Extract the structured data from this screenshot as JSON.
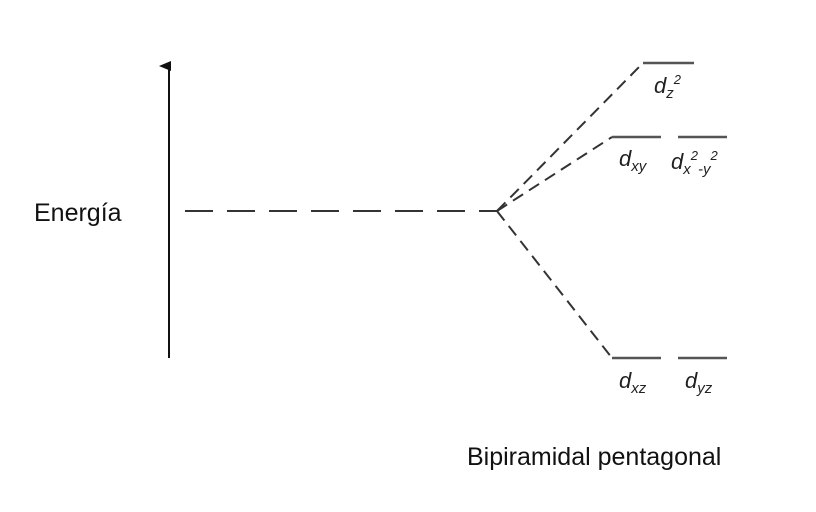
{
  "axis_label": "Energía",
  "geometry_label": "Bipiramidal pentagonal",
  "orbitals": {
    "dz2": {
      "base": "d",
      "sub": "z",
      "sup": "2"
    },
    "dxy": {
      "base": "d",
      "sub": "xy"
    },
    "dx2y2": {
      "base": "d",
      "sub1": "x",
      "sup1": "2",
      "sub2": "-y",
      "sup2": "2"
    },
    "dxz": {
      "base": "d",
      "sub": "xz"
    },
    "dyz": {
      "base": "d",
      "sub": "yz"
    }
  }
}
